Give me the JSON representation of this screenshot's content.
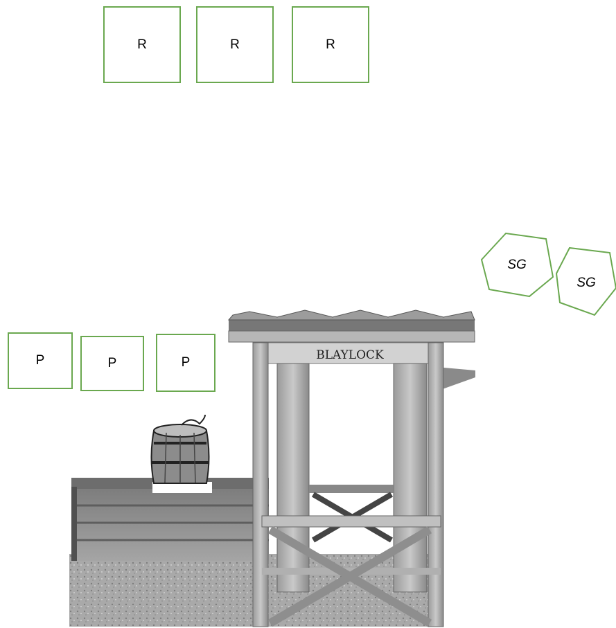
{
  "targets_top": [
    {
      "label": "R"
    },
    {
      "label": "R"
    },
    {
      "label": "R"
    }
  ],
  "targets_left": [
    {
      "label": "P"
    },
    {
      "label": "P"
    },
    {
      "label": "P"
    }
  ],
  "hexagons": [
    {
      "label": "SG"
    },
    {
      "label": "SG"
    }
  ],
  "scene": {
    "sign_text": "BLAYLOCK",
    "barrel_icon": "powder-keg-icon"
  },
  "colors": {
    "box_border": "#6aa84f",
    "label_text": "#000000"
  }
}
